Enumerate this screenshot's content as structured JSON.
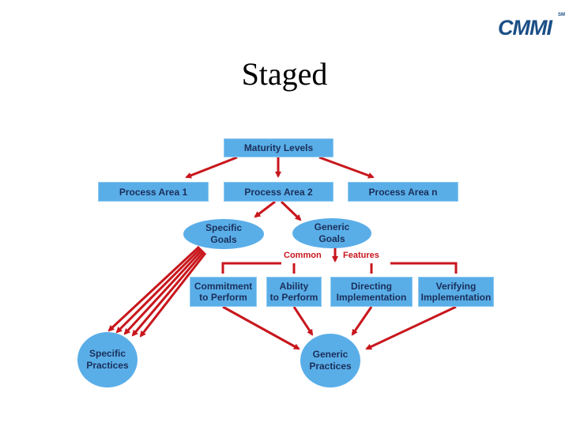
{
  "slide": {
    "title": "Staged"
  },
  "logo": {
    "text": "CMMI",
    "mark": "SM"
  },
  "diagram": {
    "maturity_levels": "Maturity Levels",
    "process_area_1": "Process Area 1",
    "process_area_2": "Process Area 2",
    "process_area_n": "Process Area n",
    "specific_goals": [
      "Specific",
      "Goals"
    ],
    "generic_goals": [
      "Generic",
      "Goals"
    ],
    "common_label": "Common",
    "features_label": "Features",
    "commitment": [
      "Commitment",
      "to Perform"
    ],
    "ability": [
      "Ability",
      "to Perform"
    ],
    "directing": [
      "Directing",
      "Implementation"
    ],
    "verifying": [
      "Verifying",
      "Implementation"
    ],
    "specific_practices": [
      "Specific",
      "Practices"
    ],
    "generic_practices": [
      "Generic",
      "Practices"
    ]
  },
  "colors": {
    "box_fill": "#5aaee8",
    "arrow": "#c8161c",
    "text": "#1a2f5a",
    "logo": "#1b4f86"
  }
}
